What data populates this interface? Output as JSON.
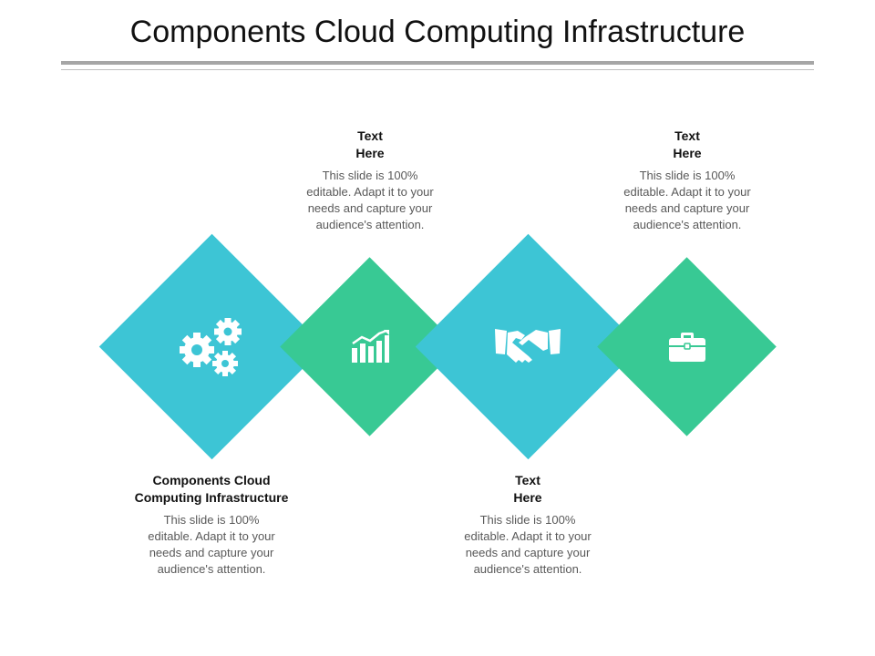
{
  "title": "Components Cloud Computing Infrastructure",
  "colors": {
    "teal": "#3DC5D5",
    "green": "#38C994",
    "icon": "#ffffff"
  },
  "items": [
    {
      "icon": "gears-icon",
      "heading_lines": [
        "Components Cloud",
        "Computing Infrastructure"
      ],
      "body": "This slide is 100% editable. Adapt it to your needs and capture your audience's attention."
    },
    {
      "icon": "bar-chart-icon",
      "heading_lines": [
        "Text",
        "Here"
      ],
      "body": "This slide is 100% editable. Adapt it to your needs and capture your audience's attention."
    },
    {
      "icon": "handshake-icon",
      "heading_lines": [
        "Text",
        "Here"
      ],
      "body": "This slide is 100% editable. Adapt it to your needs and capture your audience's attention."
    },
    {
      "icon": "briefcase-icon",
      "heading_lines": [
        "Text",
        "Here"
      ],
      "body": "This slide is 100% editable. Adapt it to your needs and capture your audience's attention."
    }
  ]
}
